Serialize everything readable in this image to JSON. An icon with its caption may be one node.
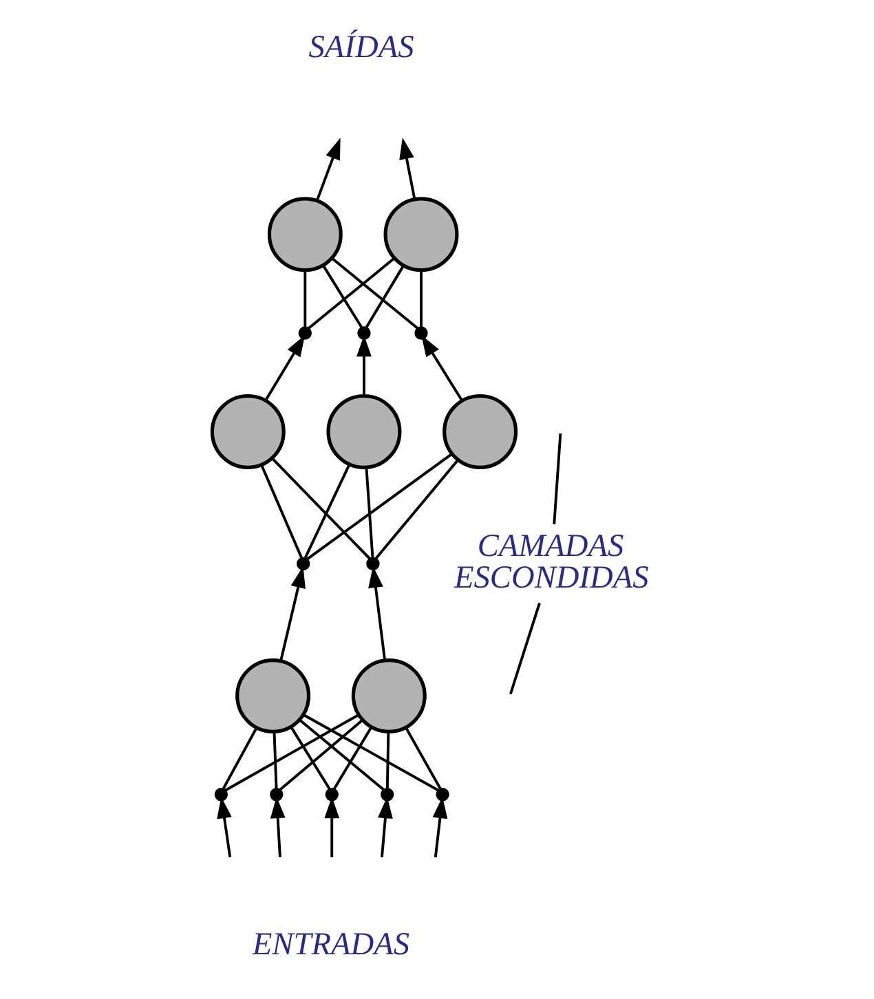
{
  "diagram": {
    "nodes": [
      {
        "text": [],
        "shape": "circle"
      },
      {
        "text": [],
        "shape": "circle"
      },
      {
        "text": [],
        "shape": "point"
      },
      {
        "text": [],
        "shape": "point"
      },
      {
        "text": [],
        "shape": "point"
      },
      {
        "text": [],
        "shape": "circle"
      },
      {
        "text": [],
        "shape": "circle"
      },
      {
        "text": [],
        "shape": "circle"
      },
      {
        "text": [],
        "shape": "point"
      },
      {
        "text": [],
        "shape": "point"
      },
      {
        "text": [],
        "shape": "circle"
      },
      {
        "text": [],
        "shape": "circle"
      },
      {
        "text": [
          "CAMADAS ESCONDIDAS"
        ]
      },
      {
        "text": [],
        "shape": "point"
      },
      {
        "text": [],
        "shape": "point"
      },
      {
        "text": [],
        "shape": "point"
      },
      {
        "text": [],
        "shape": "point"
      },
      {
        "text": [],
        "shape": "point"
      }
    ],
    "edges": [
      {
        "from": 0,
        "to": null,
        "arrow": "to"
      },
      {
        "from": 1,
        "to": null,
        "arrow": "to"
      },
      {
        "from": 2,
        "to": 0,
        "arrow": "none"
      },
      {
        "from": 2,
        "to": 1,
        "arrow": "none"
      },
      {
        "from": 3,
        "to": 0,
        "arrow": "none"
      },
      {
        "from": 3,
        "to": 1,
        "arrow": "none"
      },
      {
        "from": 4,
        "to": 0,
        "arrow": "none"
      },
      {
        "from": 4,
        "to": 1,
        "arrow": "none"
      },
      {
        "from": 5,
        "to": 2,
        "arrow": "to"
      },
      {
        "from": 6,
        "to": 3,
        "arrow": "to"
      },
      {
        "from": 7,
        "to": 4,
        "arrow": "to"
      },
      {
        "from": 8,
        "to": 5,
        "arrow": "none"
      },
      {
        "from": 8,
        "to": 6,
        "arrow": "none"
      },
      {
        "from": 8,
        "to": 7,
        "arrow": "none"
      },
      {
        "from": 9,
        "to": 5,
        "arrow": "none"
      },
      {
        "from": 9,
        "to": 6,
        "arrow": "none"
      },
      {
        "from": 9,
        "to": 7,
        "arrow": "none"
      },
      {
        "from": 10,
        "to": 8,
        "arrow": "to"
      },
      {
        "from": 11,
        "to": 9,
        "arrow": "to"
      },
      {
        "from": 12,
        "to": null,
        "arrow": "none"
      },
      {
        "from": 12,
        "to": null,
        "arrow": "none"
      },
      {
        "from": 13,
        "to": 10,
        "arrow": "none"
      },
      {
        "from": 13,
        "to": 11,
        "arrow": "none"
      },
      {
        "from": 14,
        "to": 10,
        "arrow": "none"
      },
      {
        "from": 14,
        "to": 11,
        "arrow": "none"
      },
      {
        "from": 15,
        "to": 10,
        "arrow": "none"
      },
      {
        "from": 15,
        "to": 11,
        "arrow": "none"
      },
      {
        "from": 16,
        "to": 10,
        "arrow": "none"
      },
      {
        "from": 16,
        "to": 11,
        "arrow": "none"
      },
      {
        "from": 17,
        "to": 10,
        "arrow": "none"
      },
      {
        "from": 17,
        "to": 11,
        "arrow": "none"
      },
      {
        "from": null,
        "to": 13,
        "arrow": "to"
      },
      {
        "from": null,
        "to": 14,
        "arrow": "to"
      },
      {
        "from": null,
        "to": 15,
        "arrow": "to"
      },
      {
        "from": null,
        "to": 16,
        "arrow": "to"
      },
      {
        "from": null,
        "to": 17,
        "arrow": "to"
      }
    ],
    "labels": [
      "SAÍDAS",
      "ENTRADAS"
    ]
  }
}
